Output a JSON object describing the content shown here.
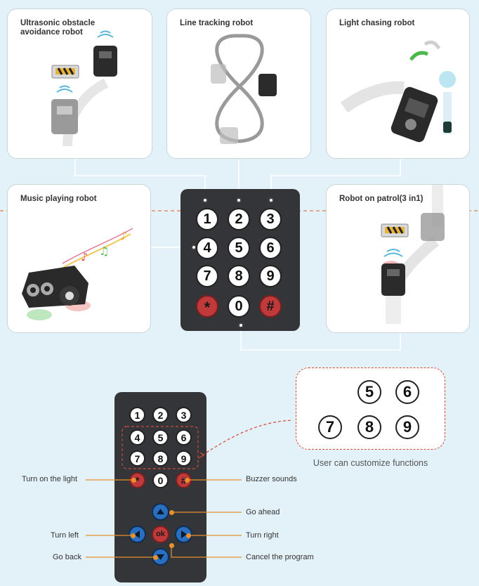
{
  "cards": {
    "ultrasonic": {
      "title": "Ultrasonic obstacle\navoidance robot"
    },
    "line_tracking": {
      "title": "Line tracking robot"
    },
    "light_chasing": {
      "title": "Light chasing robot"
    },
    "music": {
      "title": "Music playing robot"
    },
    "patrol": {
      "title": "Robot on patrol(3 in1)"
    }
  },
  "keypad": {
    "keys": [
      "1",
      "2",
      "3",
      "4",
      "5",
      "6",
      "7",
      "8",
      "9",
      "*",
      "0",
      "#"
    ]
  },
  "custom": {
    "keys": [
      "5",
      "6",
      "7",
      "8",
      "9"
    ],
    "label": "User can customize functions"
  },
  "dpad": {
    "up": "▲",
    "down": "▼",
    "left": "◀",
    "right": "▶",
    "ok": "ok"
  },
  "annotations": {
    "light": "Turn on the light",
    "buzzer": "Buzzer sounds",
    "ahead": "Go ahead",
    "left": "Turn left",
    "right": "Turn right",
    "back": "Go back",
    "cancel": "Cancel the program"
  },
  "colors": {
    "accent": "#e8902a",
    "red_key": "#c0393b",
    "blue_key": "#2a6fbf",
    "background": "#e3f1f8"
  }
}
